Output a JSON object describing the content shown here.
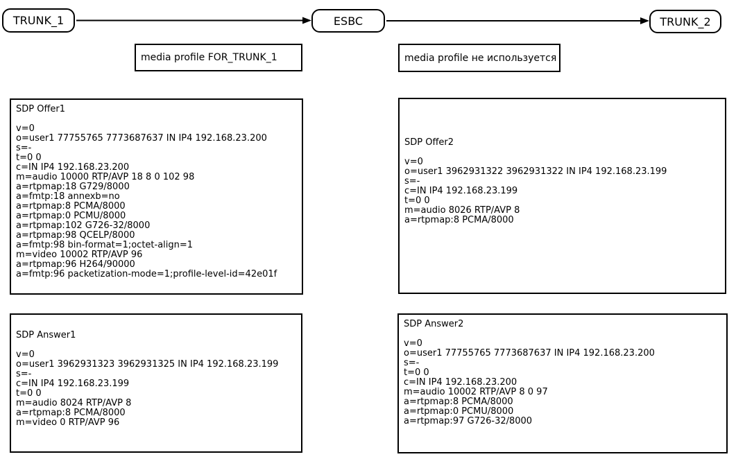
{
  "colors": {
    "stroke": "#000000",
    "background": "#ffffff"
  },
  "nodes": {
    "trunk1": {
      "label": "TRUNK_1"
    },
    "esbc": {
      "label": "ESBC"
    },
    "trunk2": {
      "label": "TRUNK_2"
    }
  },
  "profiles": {
    "left": {
      "label": "media profile FOR_TRUNK_1"
    },
    "right": {
      "label": "media profile не используется"
    }
  },
  "sdp": {
    "offer1": {
      "title": "SDP Offer1",
      "lines": [
        "v=0",
        "o=user1 77755765 7773687637 IN IP4 192.168.23.200",
        "s=-",
        "t=0 0",
        "c=IN IP4 192.168.23.200",
        "m=audio 10000 RTP/AVP 18 8 0 102 98",
        "a=rtpmap:18 G729/8000",
        "a=fmtp:18 annexb=no",
        "a=rtpmap:8 PCMA/8000",
        "a=rtpmap:0 PCMU/8000",
        "a=rtpmap:102 G726-32/8000",
        "a=rtpmap:98 QCELP/8000",
        "a=fmtp:98 bin-format=1;octet-align=1",
        "m=video 10002 RTP/AVP 96",
        "a=rtpmap:96 H264/90000",
        "a=fmtp:96 packetization-mode=1;profile-level-id=42e01f"
      ]
    },
    "answer1": {
      "title": "SDP Answer1",
      "lines": [
        "v=0",
        "o=user1 3962931323 3962931325 IN IP4 192.168.23.199",
        "s=-",
        "c=IN IP4 192.168.23.199",
        "t=0 0",
        "m=audio 8024 RTP/AVP 8",
        "a=rtpmap:8 PCMA/8000",
        "m=video 0 RTP/AVP 96"
      ]
    },
    "offer2": {
      "title": "SDP Offer2",
      "lines": [
        "v=0",
        "o=user1 3962931322 3962931322 IN IP4 192.168.23.199",
        "s=-",
        "c=IN IP4 192.168.23.199",
        "t=0 0",
        "m=audio 8026 RTP/AVP 8",
        "a=rtpmap:8 PCMA/8000"
      ]
    },
    "answer2": {
      "title": "SDP Answer2",
      "lines": [
        "v=0",
        "o=user1 77755765 7773687637 IN IP4 192.168.23.200",
        "s=-",
        "t=0 0",
        "c=IN IP4 192.168.23.200",
        "m=audio 10002 RTP/AVP 8 0 97",
        "a=rtpmap:8 PCMA/8000",
        "a=rtpmap:0 PCMU/8000",
        "a=rtpmap:97 G726-32/8000"
      ]
    }
  }
}
